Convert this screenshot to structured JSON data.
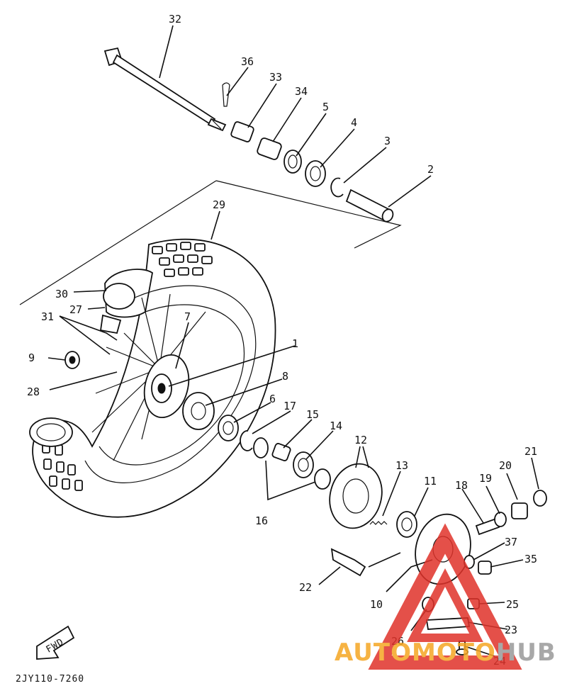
{
  "diagram": {
    "code": "2JY110-7260",
    "fwd_label": "FWD",
    "labels": {
      "p1": "1",
      "p2": "2",
      "p3": "3",
      "p4": "4",
      "p5": "5",
      "p6": "6",
      "p7": "7",
      "p8": "8",
      "p9": "9",
      "p10": "10",
      "p11": "11",
      "p12": "12",
      "p13": "13",
      "p14": "14",
      "p15": "15",
      "p16": "16",
      "p17": "17",
      "p18": "18",
      "p19": "19",
      "p20": "20",
      "p21": "21",
      "p22": "22",
      "p23": "23",
      "p24": "24",
      "p25": "25",
      "p26": "26",
      "p27": "27",
      "p28": "28",
      "p29": "29",
      "p30": "30",
      "p31": "31",
      "p32": "32",
      "p33": "33",
      "p34": "34",
      "p35": "35",
      "p36": "36",
      "p37": "37"
    }
  },
  "watermark": {
    "part1": "AUTO",
    "part2": "MOTO",
    "part3": "HUB",
    "colors": {
      "orange": "#f5a623",
      "gray": "#9a9a9a",
      "red": "#e0322a"
    }
  }
}
